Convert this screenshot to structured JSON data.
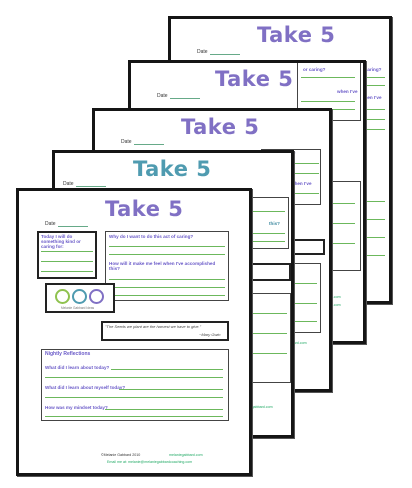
{
  "worksheet": {
    "title": "Take 5",
    "date_label": "Date",
    "q_kind_act": "Today I will do something kind or caring for:",
    "q_why": "Why do I want to do this act of caring?",
    "q_feel": "How will it make me feel when I've accomplished this?",
    "quote_text": "\"The Seeds we plant are the harvest we have to give.\"",
    "quote_author": "~Mary Gwin",
    "nightly_heading": "Nightly Reflections",
    "q_learn": "What did I learn about today?",
    "q_myself": "What did I learn about myself today?",
    "q_people": "How was my mindset today?",
    "logo_caption": "Melanie Gabbard Ideas",
    "copyright": "©Melanie Gabbard 2010",
    "site": "melaniegabbard.com",
    "email_line": "Email me at: melanie@melaniegabbardcoaching.com",
    "back_peek_a": "or caring?",
    "back_peek_b": "when I've",
    "back_peek_c": "caring?",
    "back_peek_d": "this?"
  },
  "colors": {
    "purple": "#8070c4",
    "teal": "#4f9bb0",
    "green": "#6cb85c",
    "border": "#151515"
  },
  "icons": [
    "circle-logo-green",
    "circle-logo-teal",
    "circle-logo-purple"
  ]
}
